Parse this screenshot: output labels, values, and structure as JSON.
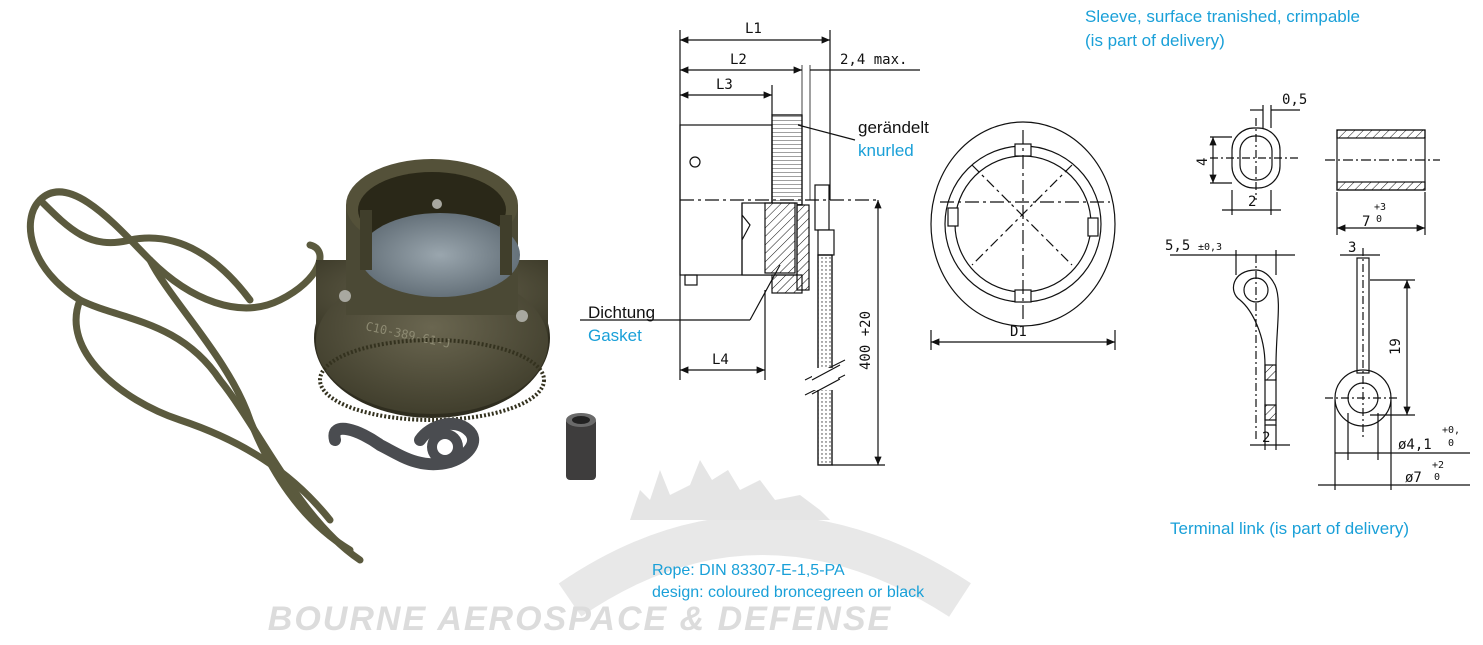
{
  "labels": {
    "sleeve_line1": "Sleeve, surface tranished, crimpable",
    "sleeve_line2": "(is part of delivery)",
    "knurled_de": "gerändelt",
    "knurled_en": "knurled",
    "gasket_de": "Dichtung",
    "gasket_en": "Gasket",
    "terminal_link": "Terminal link (is part of delivery)",
    "rope_line1": "Rope: DIN 83307-E-1,5-PA",
    "rope_line2": "design: coloured broncegreen or black",
    "brand": "BOURNE AEROSPACE & DEFENSE",
    "photo_marking": "C10-389-61-J"
  },
  "dims": {
    "L1": "L1",
    "L2": "L2",
    "L3": "L3",
    "L4": "L4",
    "D1": "D1",
    "max": "2,4 max.",
    "rope_len": "400 +20",
    "sleeve_w": "0,5",
    "sleeve_h": "4",
    "sleeve_d": "2",
    "sleeve_len": "7",
    "sleeve_tol": "+3",
    "sleeve_tol0": "0",
    "link_55": "5,5",
    "link_55tol": "±0,3",
    "link_3": "3",
    "link_19": "19",
    "link_2": "2",
    "hole_d": "ø4,1",
    "hole_tol": "+0,",
    "hole_tol0": "0",
    "outer_d": "ø7",
    "outer_tol": "+2",
    "outer_tol0": "0"
  },
  "colors": {
    "accent_blue": "#1aa0d8",
    "line": "#111111",
    "cap_body": "#4b4935",
    "gasket": "#7f8e99",
    "rope": "#5b5a3e",
    "watermark": "#dcdcdc"
  }
}
